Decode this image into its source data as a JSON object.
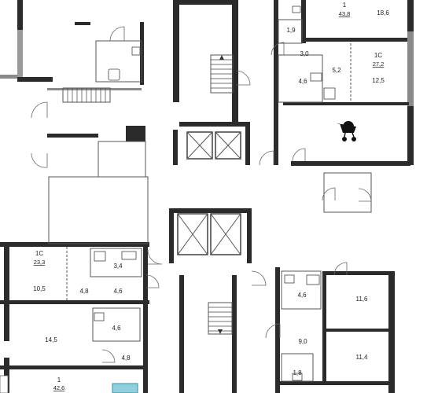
{
  "colors": {
    "wall": "#2b2b2b",
    "wall_light": "#8a8a8a",
    "accent": "#8fd0dc"
  },
  "icons": {
    "stroller": "stroller-icon",
    "stairs_arrow": "arrow-up-icon"
  },
  "units": [
    {
      "id": "1",
      "area": "43,8"
    },
    {
      "id": "1С",
      "area": "27,2"
    },
    {
      "id": "1С",
      "area": "23,3"
    },
    {
      "id": "1",
      "area": "42,6"
    }
  ],
  "rooms": {
    "ne_main": "18,6",
    "ne_bath": "1,9",
    "ne_hall": "3,0",
    "ne_room": "5,2",
    "ne_bath2": "4,6",
    "ne_studio": "12,5",
    "w_studio": "10,5",
    "w_bath": "3,4",
    "w_hall": "4,8",
    "w_bath2": "4,6",
    "w_room": "14,5",
    "w_bath3": "4,6",
    "w_hall2": "4,8",
    "se_bath": "4,6",
    "se_room1": "11,6",
    "se_hall": "9,0",
    "se_room2": "11,4",
    "se_wc": "1,8"
  }
}
